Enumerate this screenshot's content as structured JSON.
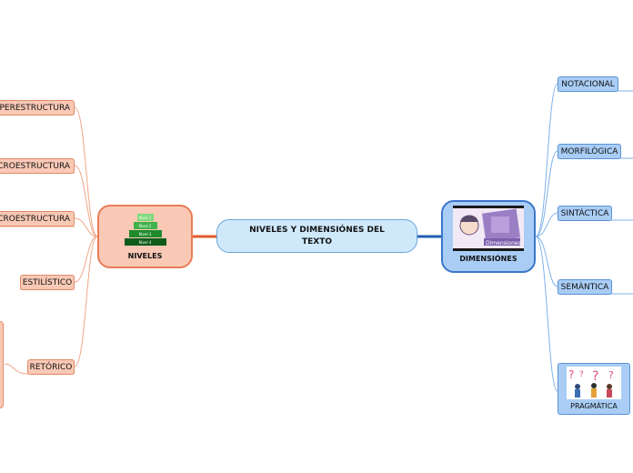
{
  "central": {
    "title": "NIVELES Y DIMENSIÓNES DEL TEXTO"
  },
  "niveles": {
    "label": "NIVELES",
    "pyramid_levels": [
      "Nivel 1",
      "Nivel 2",
      "Nivel 3",
      "Nivel 4"
    ],
    "children": [
      "SUPERESTRUCTURA",
      "MACROESTRUCTURA",
      "MICROESTRUCTURA",
      "ESTILÍSTICO",
      "RETÓRICO"
    ]
  },
  "dimensiones": {
    "label": "DIMENSIÓNES",
    "image_caption": "Dimensiones",
    "children": [
      "NOTACIONAL",
      "MORFILÒGICA",
      "SINTÁCTICA",
      "SEMÀNTICA",
      "PRAGMÀTICA"
    ]
  },
  "colors": {
    "left_branch": "#e87c58",
    "left_fill": "#f9c9b6",
    "right_branch": "#3b77c9",
    "right_fill": "#a9cdf5",
    "central_fill": "#cfe9fb",
    "central_to_left": "#e05a2a",
    "central_to_right": "#1f5fb3"
  }
}
